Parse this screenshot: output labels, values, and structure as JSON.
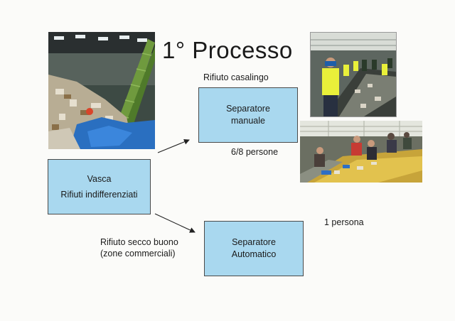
{
  "title": "1° Processo",
  "boxes": {
    "vasca": {
      "line1": "Vasca",
      "line2": "Rifiuti indifferenziati"
    },
    "manuale": {
      "line1": "Separatore",
      "line2": "manuale"
    },
    "automatico": {
      "line1": "Separatore",
      "line2": "Automatico"
    }
  },
  "labels": {
    "rifiuto_casalingo": "Rifiuto casalingo",
    "persone_manuale": "6/8 persone",
    "persona_automatico": "1 persona",
    "secco_line1": "Rifiuto secco buono",
    "secco_line2": "(zone commerciali)"
  },
  "colors": {
    "box_fill": "#a9d8ef",
    "box_border": "#4a4a4a"
  }
}
